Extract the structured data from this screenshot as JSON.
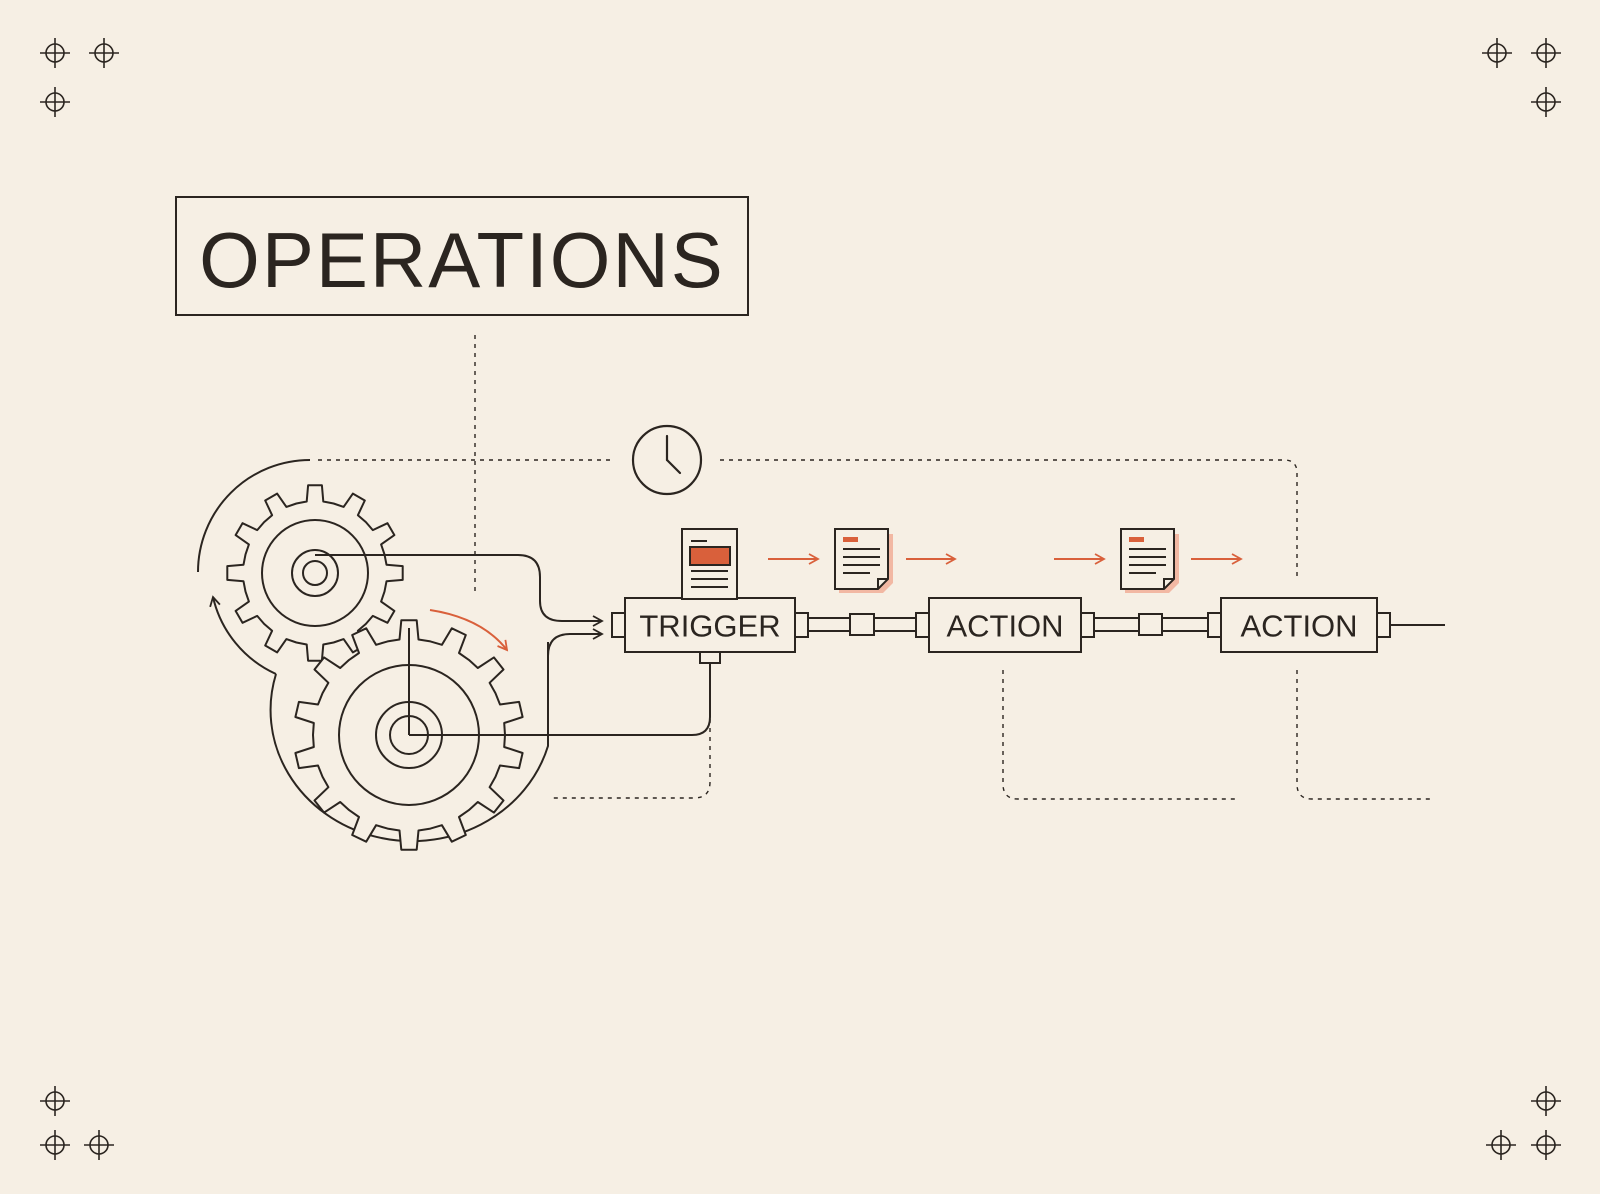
{
  "title": "OPERATIONS",
  "pipeline": {
    "trigger_label": "TRIGGER",
    "action_labels": [
      "ACTION",
      "ACTION"
    ]
  },
  "colors": {
    "background": "#f6efe4",
    "ink": "#2b2520",
    "accent": "#d9603b",
    "accent_shadow": "#f2b8a3"
  },
  "icons": [
    "crosshair-icon",
    "gear-icon",
    "clock-icon",
    "document-icon",
    "arrow-right-icon"
  ]
}
